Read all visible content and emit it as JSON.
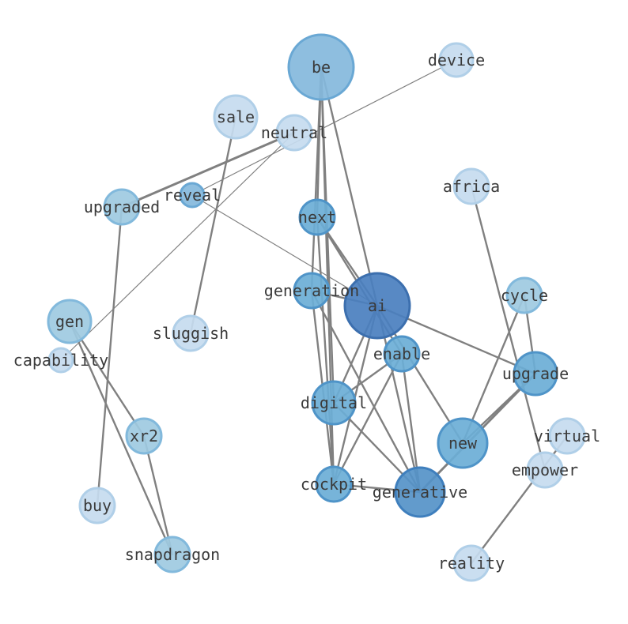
{
  "chart_data": {
    "type": "network",
    "nodes": [
      {
        "id": "be",
        "label": "be",
        "size": 5,
        "shade": 2
      },
      {
        "id": "device",
        "label": "device",
        "size": 1,
        "shade": 0
      },
      {
        "id": "sale",
        "label": "sale",
        "size": 2,
        "shade": 0
      },
      {
        "id": "neutral",
        "label": "neutral",
        "size": 1,
        "shade": 0
      },
      {
        "id": "africa",
        "label": "africa",
        "size": 1,
        "shade": 0
      },
      {
        "id": "reveal",
        "label": "reveal",
        "size": 0,
        "shade": 2
      },
      {
        "id": "upgraded",
        "label": "upgraded",
        "size": 1,
        "shade": 1
      },
      {
        "id": "next",
        "label": "next",
        "size": 1,
        "shade": 3
      },
      {
        "id": "generation",
        "label": "generation",
        "size": 1,
        "shade": 3
      },
      {
        "id": "ai",
        "label": "ai",
        "size": 5,
        "shade": 5
      },
      {
        "id": "cycle",
        "label": "cycle",
        "size": 1,
        "shade": 1
      },
      {
        "id": "gen",
        "label": "gen",
        "size": 2,
        "shade": 1
      },
      {
        "id": "sluggish",
        "label": "sluggish",
        "size": 1,
        "shade": 0
      },
      {
        "id": "capability",
        "label": "capability",
        "size": 0,
        "shade": 0
      },
      {
        "id": "enable",
        "label": "enable",
        "size": 1,
        "shade": 3
      },
      {
        "id": "upgrade",
        "label": "upgrade",
        "size": 2,
        "shade": 3
      },
      {
        "id": "digital",
        "label": "digital",
        "size": 2,
        "shade": 3
      },
      {
        "id": "xr2",
        "label": "xr2",
        "size": 1,
        "shade": 1
      },
      {
        "id": "virtual",
        "label": "virtual",
        "size": 1,
        "shade": 0
      },
      {
        "id": "new",
        "label": "new",
        "size": 3,
        "shade": 3
      },
      {
        "id": "empower",
        "label": "empower",
        "size": 1,
        "shade": 0
      },
      {
        "id": "cockpit",
        "label": "cockpit",
        "size": 1,
        "shade": 3
      },
      {
        "id": "generative",
        "label": "generative",
        "size": 3,
        "shade": 4
      },
      {
        "id": "buy",
        "label": "buy",
        "size": 1,
        "shade": 0
      },
      {
        "id": "snapdragon",
        "label": "snapdragon",
        "size": 1,
        "shade": 1
      },
      {
        "id": "reality",
        "label": "reality",
        "size": 1,
        "shade": 0
      }
    ],
    "edges": [
      {
        "source": "be",
        "target": "next",
        "weight": 2
      },
      {
        "source": "be",
        "target": "generation",
        "weight": 2
      },
      {
        "source": "be",
        "target": "digital",
        "weight": 2
      },
      {
        "source": "be",
        "target": "cockpit",
        "weight": 2
      },
      {
        "source": "be",
        "target": "ai",
        "weight": 2
      },
      {
        "source": "neutral",
        "target": "upgraded",
        "weight": 3
      },
      {
        "source": "device",
        "target": "reveal",
        "weight": 1
      },
      {
        "source": "neutral",
        "target": "capability",
        "weight": 1
      },
      {
        "source": "reveal",
        "target": "ai",
        "weight": 1
      },
      {
        "source": "sale",
        "target": "sluggish",
        "weight": 2
      },
      {
        "source": "upgraded",
        "target": "buy",
        "weight": 2
      },
      {
        "source": "next",
        "target": "ai",
        "weight": 2
      },
      {
        "source": "next",
        "target": "enable",
        "weight": 2
      },
      {
        "source": "next",
        "target": "cockpit",
        "weight": 2
      },
      {
        "source": "generation",
        "target": "ai",
        "weight": 2
      },
      {
        "source": "generation",
        "target": "generative",
        "weight": 2
      },
      {
        "source": "generation",
        "target": "cockpit",
        "weight": 2
      },
      {
        "source": "ai",
        "target": "upgrade",
        "weight": 2
      },
      {
        "source": "ai",
        "target": "digital",
        "weight": 2
      },
      {
        "source": "ai",
        "target": "new",
        "weight": 2
      },
      {
        "source": "ai",
        "target": "generative",
        "weight": 2
      },
      {
        "source": "ai",
        "target": "cockpit",
        "weight": 2
      },
      {
        "source": "enable",
        "target": "digital",
        "weight": 2
      },
      {
        "source": "enable",
        "target": "cockpit",
        "weight": 2
      },
      {
        "source": "enable",
        "target": "generative",
        "weight": 2
      },
      {
        "source": "digital",
        "target": "generative",
        "weight": 2
      },
      {
        "source": "cockpit",
        "target": "generative",
        "weight": 2
      },
      {
        "source": "upgrade",
        "target": "generative",
        "weight": 3
      },
      {
        "source": "upgrade",
        "target": "new",
        "weight": 2
      },
      {
        "source": "cycle",
        "target": "upgrade",
        "weight": 2
      },
      {
        "source": "cycle",
        "target": "new",
        "weight": 2
      },
      {
        "source": "africa",
        "target": "empower",
        "weight": 2
      },
      {
        "source": "virtual",
        "target": "reality",
        "weight": 2
      },
      {
        "source": "gen",
        "target": "snapdragon",
        "weight": 2
      },
      {
        "source": "gen",
        "target": "xr2",
        "weight": 2
      },
      {
        "source": "xr2",
        "target": "snapdragon",
        "weight": 2
      }
    ],
    "shades": [
      "#c6dbef",
      "#9ecae1",
      "#84b8dc",
      "#6baed6",
      "#5592c8",
      "#4a7fbf"
    ],
    "strokes": [
      "#b0cfe8",
      "#82b9dc",
      "#6aa8d4",
      "#4f94c8",
      "#3f7fbd",
      "#3c6fae"
    ]
  }
}
